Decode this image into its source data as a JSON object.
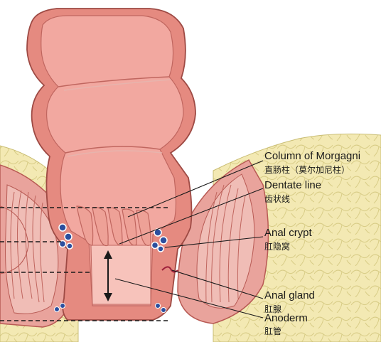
{
  "labels": {
    "column_of_morgagni": {
      "en": "Column of Morgagni",
      "zh": "直肠柱（莫尔加尼柱）"
    },
    "dentate_line": {
      "en": "Dentate line",
      "zh": "齿状线"
    },
    "anal_crypt": {
      "en": "Anal crypt",
      "zh": "肛隐窝"
    },
    "anal_gland": {
      "en": "Anal gland",
      "zh": "肛腺"
    },
    "anoderm": {
      "en": "Anoderm",
      "zh": "肛管"
    }
  },
  "colors": {
    "fat": "#f3e9b3",
    "fat_lines": "#d8cc86",
    "rectal_wall": "#e58a80",
    "mucosa": "#f2a8a0",
    "lumen": "#f7c3bb",
    "muscle": "#e9a39c",
    "muscle_lines": "#c0665f",
    "gland_dots": "#2c4f9e",
    "leader_lines": "#1a1a1a"
  }
}
